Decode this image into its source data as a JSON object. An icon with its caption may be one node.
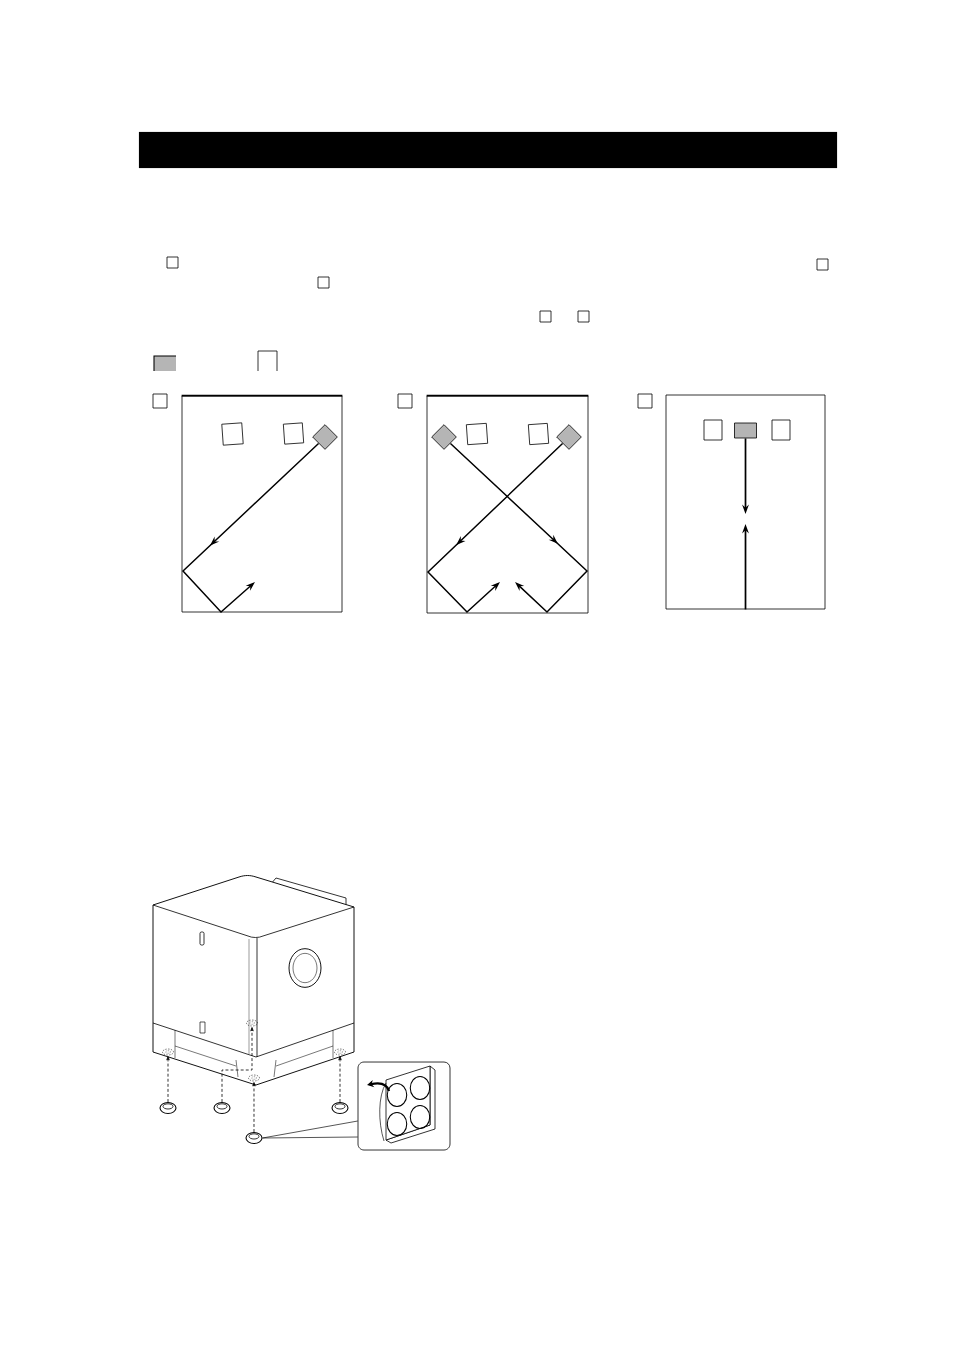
{
  "diagram": {
    "nodes": [
      {
        "text": [],
        "shape": "bar"
      },
      {
        "text": [],
        "shape": "box"
      },
      {
        "text": [],
        "shape": "box",
        "in": 1
      },
      {
        "text": [],
        "shape": "box",
        "in": 1
      },
      {
        "text": [],
        "shape": "diamond",
        "in": 1
      },
      {
        "text": [],
        "shape": "box"
      },
      {
        "text": [],
        "shape": "diamond",
        "in": 5
      },
      {
        "text": [],
        "shape": "box",
        "in": 5
      },
      {
        "text": [],
        "shape": "box",
        "in": 5
      },
      {
        "text": [],
        "shape": "diamond",
        "in": 5
      },
      {
        "text": [],
        "shape": "box"
      },
      {
        "text": [],
        "shape": "box",
        "in": 10
      },
      {
        "text": [],
        "shape": "box",
        "in": 10
      },
      {
        "text": [],
        "shape": "box",
        "in": 10
      },
      {
        "text": [],
        "shape": "picture"
      },
      {
        "text": [],
        "shape": "circle",
        "in": 14
      },
      {
        "text": [],
        "shape": "circle",
        "in": 14
      },
      {
        "text": [],
        "shape": "circle",
        "in": 14
      },
      {
        "text": [],
        "shape": "circle",
        "in": 14
      },
      {
        "text": [],
        "shape": "circle"
      },
      {
        "text": [],
        "shape": "circle"
      },
      {
        "text": [],
        "shape": "circle"
      },
      {
        "text": [],
        "shape": "circle"
      },
      {
        "text": [],
        "shape": "picture"
      }
    ],
    "edges": [
      {
        "from": 4,
        "to": null,
        "arrow": "to"
      },
      {
        "from": 6,
        "to": null,
        "arrow": "to"
      },
      {
        "from": 9,
        "to": null,
        "arrow": "to"
      },
      {
        "from": 12,
        "to": null,
        "arrow": "to"
      },
      {
        "from": 10,
        "to": null,
        "arrow": "to"
      },
      {
        "from": 19,
        "to": 15,
        "arrow": "to",
        "style": "dashed"
      },
      {
        "from": 20,
        "to": 16,
        "arrow": "to",
        "style": "dashed"
      },
      {
        "from": 21,
        "to": 17,
        "arrow": "to",
        "style": "dashed"
      },
      {
        "from": 22,
        "to": 18,
        "arrow": "to",
        "style": "dashed"
      },
      {
        "from": 21,
        "to": 23,
        "arrow": "none"
      }
    ]
  }
}
